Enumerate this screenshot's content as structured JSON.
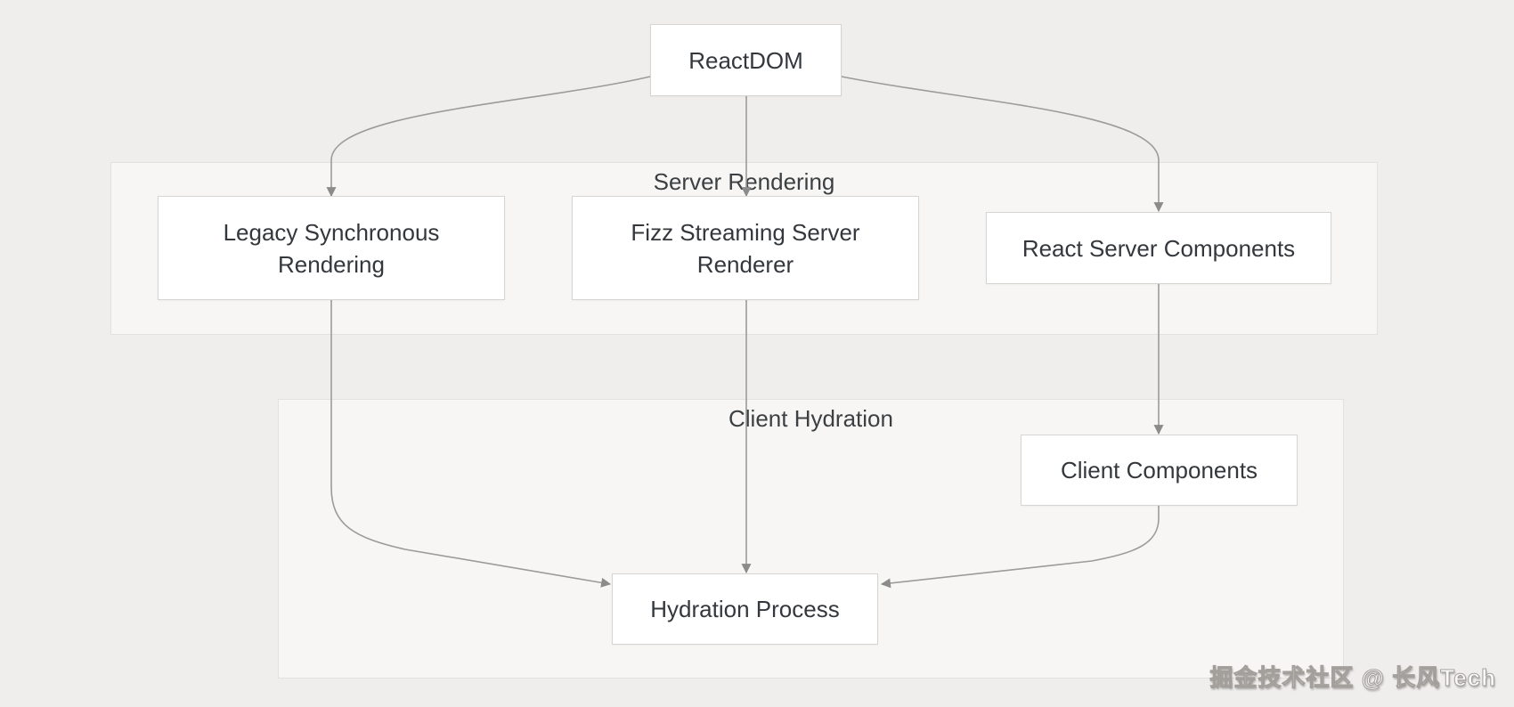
{
  "diagram": {
    "nodes": {
      "reactdom": {
        "label": "ReactDOM"
      },
      "legacy": {
        "line1": "Legacy Synchronous",
        "line2": "Rendering"
      },
      "fizz": {
        "line1": "Fizz Streaming Server",
        "line2": "Renderer"
      },
      "rsc": {
        "label": "React Server Components"
      },
      "client_components": {
        "label": "Client Components"
      },
      "hydration": {
        "label": "Hydration Process"
      }
    },
    "groups": {
      "server": {
        "label": "Server Rendering"
      },
      "client": {
        "label": "Client Hydration"
      }
    },
    "edges": [
      {
        "from": "ReactDOM",
        "to": "Legacy Synchronous Rendering"
      },
      {
        "from": "ReactDOM",
        "to": "Fizz Streaming Server Renderer"
      },
      {
        "from": "ReactDOM",
        "to": "React Server Components"
      },
      {
        "from": "Legacy Synchronous Rendering",
        "to": "Hydration Process"
      },
      {
        "from": "Fizz Streaming Server Renderer",
        "to": "Hydration Process"
      },
      {
        "from": "React Server Components",
        "to": "Client Components"
      },
      {
        "from": "Client Components",
        "to": "Hydration Process"
      }
    ],
    "colors": {
      "background": "#f0eeec",
      "group_fill": "#f7f6f4",
      "group_border": "#e3e1de",
      "node_fill": "#ffffff",
      "node_border": "#d7d5d2",
      "text": "#34383d",
      "group_label": "#3c4043",
      "arrow_line": "#9b9b9b",
      "arrow_head": "#8b8b8b"
    }
  },
  "watermark": {
    "text": "掘金技术社区 @ 长风Tech"
  }
}
